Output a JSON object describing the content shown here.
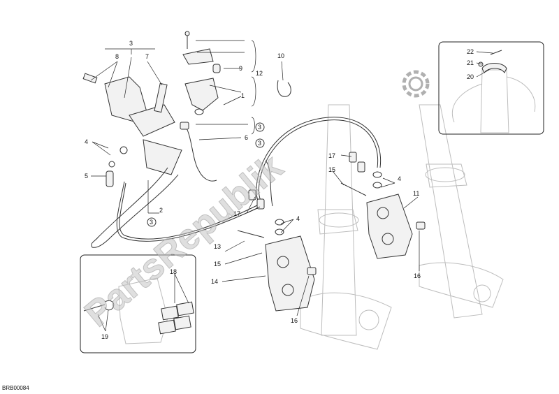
{
  "drawing_code": "BRB00084",
  "watermark": "PartsRepublik",
  "labels": {
    "n1": "1",
    "n2": "2",
    "n3": "3",
    "n4a": "4",
    "n4b": "4",
    "n4c": "4",
    "n5": "5",
    "n6": "6",
    "n7": "7",
    "n8": "8",
    "n9": "9",
    "n10": "10",
    "n11": "11",
    "n12": "12",
    "n13": "13",
    "n14": "14",
    "n15a": "15",
    "n15b": "15",
    "n16a": "16",
    "n16b": "16",
    "n17a": "17",
    "n17b": "17",
    "n18": "18",
    "n19": "19",
    "n20": "20",
    "n21": "21",
    "n22": "22",
    "c3a": "3",
    "c3b": "3",
    "c3c": "3"
  }
}
